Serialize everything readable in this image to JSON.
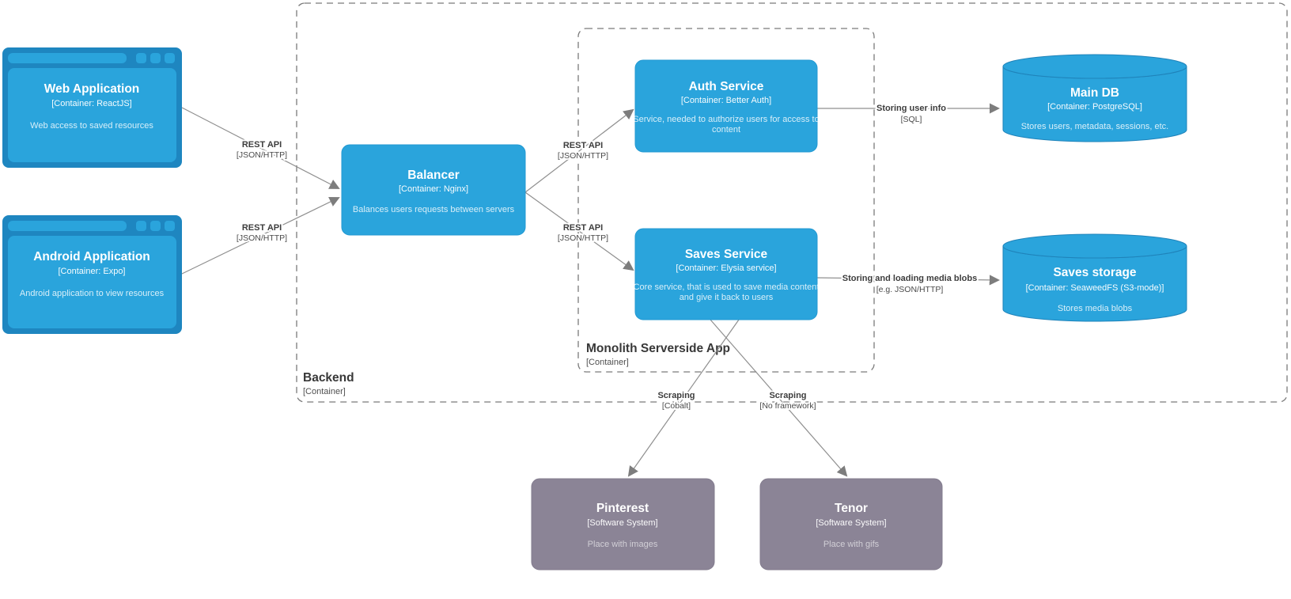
{
  "colors": {
    "node_blue": "#2AA4DC",
    "browser_frame_blue": "#1E86C0",
    "external_gray": "#8B8496",
    "edge_gray": "#8f8f8f",
    "group_dash_gray": "#7a7a7a",
    "label_dark": "#3d3d3d",
    "background": "#ffffff"
  },
  "groups": {
    "backend": {
      "title": "Backend",
      "type": "[Container]"
    },
    "monolith": {
      "title": "Monolith Serverside App",
      "type": "[Container]"
    }
  },
  "nodes": {
    "web_app": {
      "title": "Web Application",
      "type": "[Container: ReactJS]",
      "desc": "Web access to saved resources"
    },
    "android_app": {
      "title": "Android Application",
      "type": "[Container: Expo]",
      "desc": "Android application to view resources"
    },
    "balancer": {
      "title": "Balancer",
      "type": "[Container: Nginx]",
      "desc": "Balances users requests between servers"
    },
    "auth": {
      "title": "Auth Service",
      "type": "[Container: Better Auth]",
      "desc1": "Service, needed to authorize users for access to",
      "desc2": "content"
    },
    "saves": {
      "title": "Saves Service",
      "type": "[Container: Elysia service]",
      "desc1": "Core service, that is used to save media content",
      "desc2": "and give it back to users"
    },
    "main_db": {
      "title": "Main DB",
      "type": "[Container: PostgreSQL]",
      "desc": "Stores users, metadata, sessions, etc."
    },
    "saves_storage": {
      "title": "Saves storage",
      "type": "[Container: SeaweedFS (S3-mode)]",
      "desc": "Stores media blobs"
    },
    "pinterest": {
      "title": "Pinterest",
      "type": "[Software System]",
      "desc": "Place with images"
    },
    "tenor": {
      "title": "Tenor",
      "type": "[Software System]",
      "desc": "Place with gifs"
    }
  },
  "edges": {
    "web_balancer": {
      "label": "REST API",
      "tech": "[JSON/HTTP]"
    },
    "android_balancer": {
      "label": "REST API",
      "tech": "[JSON/HTTP]"
    },
    "balancer_auth": {
      "label": "REST API",
      "tech": "[JSON/HTTP]"
    },
    "balancer_saves": {
      "label": "REST API",
      "tech": "[JSON/HTTP]"
    },
    "auth_maindb": {
      "label": "Storing user info",
      "tech": "[SQL]"
    },
    "saves_storage": {
      "label": "Storing and loading media blobs",
      "tech": "[e.g. JSON/HTTP]"
    },
    "saves_pinterest": {
      "label": "Scraping",
      "tech": "[Cobalt]"
    },
    "saves_tenor": {
      "label": "Scraping",
      "tech": "[No framework]"
    }
  }
}
